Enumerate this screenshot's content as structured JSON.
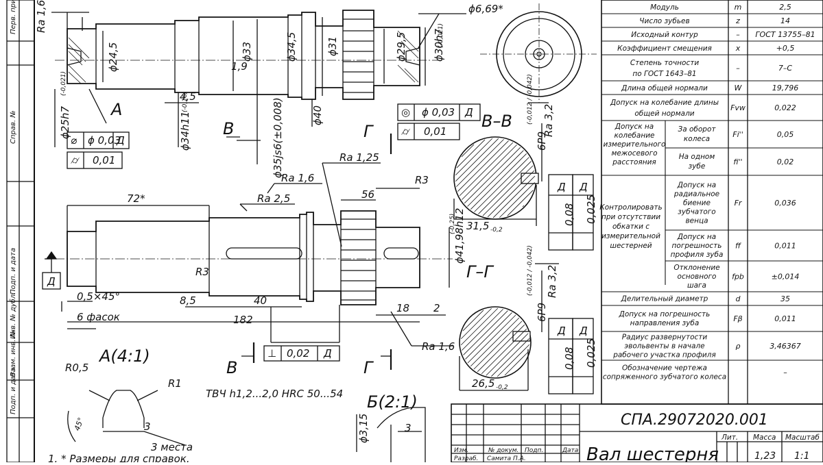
{
  "side_labels": [
    "Перв. прим.",
    "Справ. №",
    "Подп. и дата",
    "Инв. № дубл.",
    "Взам. инв. №",
    "Подп. и дата"
  ],
  "gear_table": [
    {
      "name": "Модуль",
      "sym": "m",
      "val": "2,5"
    },
    {
      "name": "Число зубьев",
      "sym": "z",
      "val": "14"
    },
    {
      "name": "Исходный контур",
      "sym": "–",
      "val": "ГОСТ 13755–81"
    },
    {
      "name": "Коэффициент смещения",
      "sym": "x",
      "val": "+0,5"
    },
    {
      "name": "Степень точности",
      "name2": "по ГОСТ 1643–81",
      "sym": "–",
      "val": "7–С"
    },
    {
      "name": "Длина общей нормали",
      "sym": "W",
      "val": "19,796"
    },
    {
      "name": "Допуск на колебание длины",
      "name2": "общей нормали",
      "sym": "Fvw",
      "val": "0,022"
    }
  ],
  "measure_group": {
    "label": [
      "Допуск на",
      "колебание",
      "измерительного",
      "межосевого",
      "расстояния"
    ],
    "rows": [
      {
        "name": [
          "За оборот",
          "колеса"
        ],
        "sym": "Fi''",
        "val": "0,05"
      },
      {
        "name": [
          "На одном",
          "зубе"
        ],
        "sym": "fi''",
        "val": "0,02"
      }
    ]
  },
  "control_group": {
    "label": [
      "Контролировать",
      "при отсутствии",
      "обкатки с",
      "измерительной",
      "шестерней"
    ],
    "rows": [
      {
        "name": [
          "Допуск на",
          "радиальное",
          "биение",
          "зубчатого",
          "венца"
        ],
        "sym": "Fr",
        "val": "0,036"
      },
      {
        "name": [
          "Допуск на",
          "погрешность",
          "профиля зуба"
        ],
        "sym": "ff",
        "val": "0,011"
      },
      {
        "name": [
          "Отклонение",
          "основного",
          "шага"
        ],
        "sym": "fpb",
        "val": "±0,014"
      }
    ]
  },
  "tail_table": [
    {
      "name": [
        "Делительный диаметр"
      ],
      "sym": "d",
      "val": "35"
    },
    {
      "name": [
        "Допуск на погрешность",
        "направления зуба"
      ],
      "sym": "Fβ",
      "val": "0,011"
    },
    {
      "name": [
        "Радиус развернутости",
        "эвольвенты в начале",
        "рабочего участка профиля"
      ],
      "sym": "ρ",
      "val": "3,46367"
    },
    {
      "name": [
        "Обозначение чертежа",
        "сопряженного зубчатого колеса"
      ],
      "sym": "",
      "val": "–"
    }
  ],
  "title_block": {
    "designation": "СПА.29072020.001",
    "part_name": "Вал шестерня",
    "headers": [
      "Лит.",
      "Масса",
      "Масштаб"
    ],
    "mass": "1,23",
    "scale": "1:1",
    "row_labels": [
      "Изм.",
      "Разраб.",
      "№ докум.",
      "Самита П.А.",
      "Подп.",
      "Дата"
    ]
  },
  "views": {
    "top_dims": [
      "Ra 1,6",
      "ϕ24,5",
      "ϕ33",
      "1,9",
      "ϕ34,5",
      "ϕ31",
      "ϕ29,5",
      "ϕ30h7",
      "(-0,021)",
      "4,5",
      "ϕ40",
      "ϕ34h11",
      "(-0,16)",
      "ϕ35js6(±0,008)",
      "ϕ25h7",
      "(-0,021)",
      "A",
      "B"
    ],
    "tol_boxes": [
      {
        "sym": "⌀",
        "val": "ϕ 0,03",
        "ref": "Д"
      },
      {
        "sym": "⌭",
        "val": "0,01"
      }
    ],
    "tol_boxes_right": [
      {
        "sym": "◎",
        "val": "ϕ 0,03",
        "ref": "Д"
      },
      {
        "sym": "⌭",
        "val": "0,01"
      }
    ],
    "top_right_dim": "ϕ6,69*",
    "section_vv": {
      "title": "B–B",
      "key": "6P9",
      "key_tol": "(-0,012 / -0,042)",
      "ra": "Ra 3,2",
      "width": "31,5",
      "width_tol": "-0,2",
      "tol1": "0,08",
      "tol2": "0,025",
      "ref": "Д"
    },
    "section_gg": {
      "title": "Г–Г",
      "key": "6P9",
      "key_tol": "(-0,012 / -0,042)",
      "ra": "Ra 3,2",
      "width": "26,5",
      "width_tol": "-0,2",
      "tol1": "0,08",
      "tol2": "0,025",
      "ref": "Д"
    },
    "main_dims": [
      "72*",
      "Ra 1,6",
      "Ra 2,5",
      "Ra 1,25",
      "56",
      "R3",
      "R3",
      "ϕ41,98h12",
      "(-0,25)",
      "0,5×45°",
      "6 фасок",
      "8,5",
      "40",
      "182",
      "18",
      "2",
      "Ra 1,6",
      "Д"
    ],
    "section_markers": [
      "Г",
      "Г",
      "B",
      "B"
    ],
    "bottom_tol": {
      "sym": "⊥",
      "val": "0,02",
      "ref": "Д"
    },
    "hardening": "ТВЧ h1,2...2,0 HRC 50...54",
    "detail_a": {
      "title": "A(4:1)",
      "r1": "R0,5",
      "r2": "R1",
      "angle": "45°",
      "dim": "3",
      "note": "3 места"
    },
    "detail_b": {
      "title": "Б(2:1)",
      "dim1": "ϕ3,15",
      "dim2": "3"
    },
    "note": "1. * Размеры для справок."
  }
}
